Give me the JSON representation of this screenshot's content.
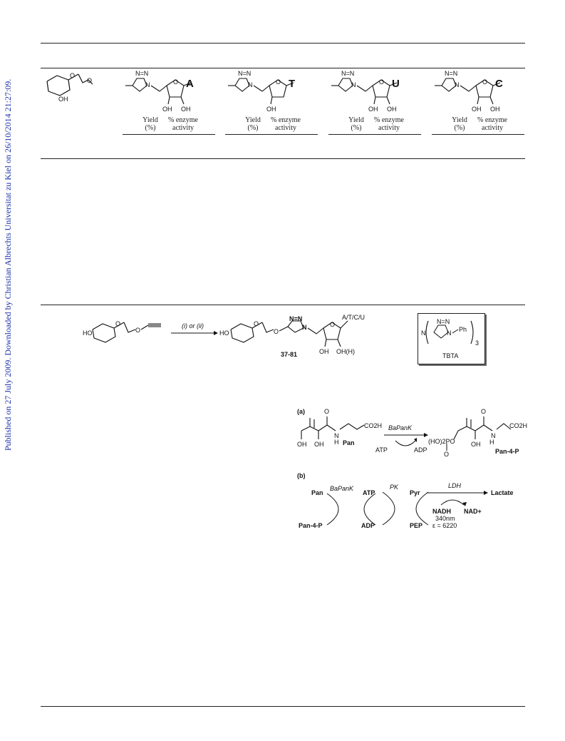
{
  "sidebar_note": "Published on 27 July 2009. Downloaded by Christian Albrechts Universitat zu Kiel on 26/10/2014 21:27:09.",
  "table": {
    "columns": [
      {
        "base": "A",
        "yield": "Yield",
        "yield_unit": "(%)",
        "activity": "% enzyme",
        "activity2": "activity"
      },
      {
        "base": "T",
        "yield": "Yield",
        "yield_unit": "(%)",
        "activity": "% enzyme",
        "activity2": "activity"
      },
      {
        "base": "U",
        "yield": "Yield",
        "yield_unit": "(%)",
        "activity": "% enzyme",
        "activity2": "activity"
      },
      {
        "base": "C",
        "yield": "Yield",
        "yield_unit": "(%)",
        "activity": "% enzyme",
        "activity2": "activity"
      }
    ],
    "sugar_oh": "OH",
    "ring_oh": [
      "OH",
      "OH"
    ],
    "ring_oh_T": "OH",
    "triazole_n": "N=N",
    "triazole_n1": "N"
  },
  "scheme1": {
    "reactant_ho": "HO",
    "conditions": "(i) or (ii)",
    "product_label": "37-81",
    "bases": "A/T/C/U",
    "oh": "OH",
    "oh_h": "OH(H)",
    "tbta_label": "TBTA",
    "tbta_ph": "Ph",
    "tbta_n": "N",
    "tbta_sub": "3"
  },
  "scheme2": {
    "a_label": "(a)",
    "b_label": "(b)",
    "pan": "Pan",
    "pan4p": "Pan-4-P",
    "enzyme": "BaPanK",
    "atp": "ATP",
    "adp": "ADP",
    "co2h": "CO2H",
    "ho2po": "(HO)2PO",
    "pk": "PK",
    "ldh": "LDH",
    "pyr": "Pyr",
    "pep": "PEP",
    "lactate": "Lactate",
    "nadh": "NADH",
    "nad": "NAD+",
    "wavelength": "340nm",
    "epsilon": "ε = 6220",
    "oh": "OH",
    "o": "O",
    "h": "H",
    "n": "N"
  }
}
